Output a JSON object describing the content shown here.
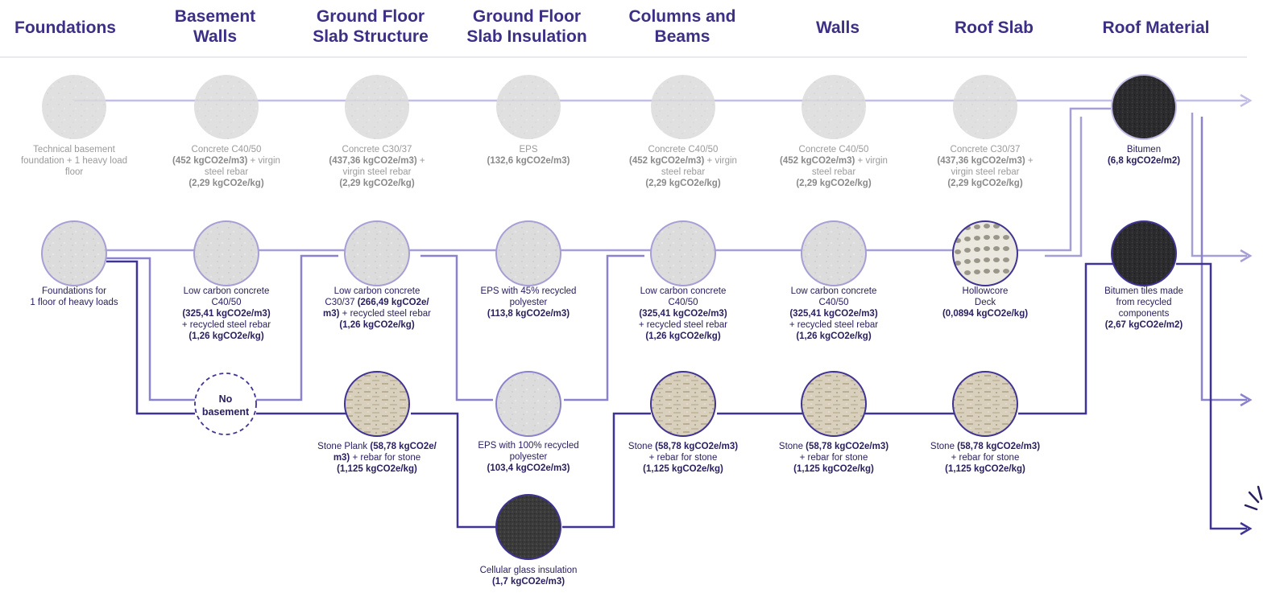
{
  "colors": {
    "title": "#3c2f86",
    "path_light": "#a69fd6",
    "path_dark": "#3f3393",
    "caption": "#2a2060",
    "caption_faded": "#9a9a9a"
  },
  "columns": [
    {
      "header_lines": [
        "Foundations"
      ]
    },
    {
      "header_lines": [
        "Basement",
        "Walls"
      ]
    },
    {
      "header_lines": [
        "Ground Floor",
        "Slab Structure"
      ]
    },
    {
      "header_lines": [
        "Ground Floor",
        "Slab Insulation"
      ]
    },
    {
      "header_lines": [
        "Columns and",
        "Beams"
      ]
    },
    {
      "header_lines": [
        "Walls"
      ]
    },
    {
      "header_lines": [
        "Roof Slab"
      ]
    },
    {
      "header_lines": [
        "Roof Material"
      ]
    }
  ],
  "nodes": {
    "top_foundations": {
      "texture": "concrete-light",
      "faded": true,
      "lines": [
        {
          "t": "Technical basement"
        },
        {
          "t": "foundation + 1 heavy load"
        },
        {
          "t": "floor"
        }
      ]
    },
    "top_basement": {
      "texture": "concrete-light",
      "faded": true,
      "lines": [
        {
          "t": "Concrete C40/50"
        },
        {
          "b": "(452 kgCO2e/m3)",
          "t": " + virgin"
        },
        {
          "t": "steel rebar"
        },
        {
          "b": "(2,29 kgCO2e/kg)"
        }
      ]
    },
    "top_gfstructure": {
      "texture": "concrete-light",
      "faded": true,
      "lines": [
        {
          "t": "Concrete C30/37"
        },
        {
          "b": "(437,36 kgCO2e/m3)",
          "t": " +"
        },
        {
          "t": "virgin steel rebar"
        },
        {
          "b": "(2,29 kgCO2e/kg)"
        }
      ]
    },
    "top_gfinsulation": {
      "texture": "concrete-light",
      "faded": true,
      "lines": [
        {
          "t": "EPS"
        },
        {
          "b": "(132,6 kgCO2e/m3)"
        }
      ]
    },
    "top_columns": {
      "texture": "concrete-light",
      "faded": true,
      "lines": [
        {
          "t": "Concrete C40/50"
        },
        {
          "b": "(452 kgCO2e/m3)",
          "t": " + virgin"
        },
        {
          "t": "steel rebar"
        },
        {
          "b": "(2,29 kgCO2e/kg)"
        }
      ]
    },
    "top_walls": {
      "texture": "concrete-light",
      "faded": true,
      "lines": [
        {
          "t": "Concrete C40/50"
        },
        {
          "b": "(452 kgCO2e/m3)",
          "t": " + virgin"
        },
        {
          "t": "steel rebar"
        },
        {
          "b": "(2,29 kgCO2e/kg)"
        }
      ]
    },
    "top_roofslab": {
      "texture": "concrete-light",
      "faded": true,
      "lines": [
        {
          "t": "Concrete C30/37"
        },
        {
          "b": "(437,36 kgCO2e/m3)",
          "t": " +"
        },
        {
          "t": "virgin steel rebar"
        },
        {
          "b": "(2,29 kgCO2e/kg)"
        }
      ]
    },
    "top_roofmat": {
      "texture": "bitumen",
      "faded": false,
      "lines": [
        {
          "t": "Bitumen"
        },
        {
          "b": "(6,8 kgCO2e/m2)"
        }
      ]
    },
    "mid_foundations": {
      "texture": "concrete",
      "faded": false,
      "lines": [
        {
          "t": "Foundations for"
        },
        {
          "t": "1 floor of heavy loads"
        }
      ]
    },
    "mid_basement": {
      "texture": "concrete",
      "faded": false,
      "lines": [
        {
          "t": "Low carbon concrete"
        },
        {
          "t": "C40/50"
        },
        {
          "b": "(325,41 kgCO2e/m3)"
        },
        {
          "t": "+ recycled steel rebar"
        },
        {
          "b": "(1,26 kgCO2e/kg)"
        }
      ]
    },
    "mid_gfstructure": {
      "texture": "concrete",
      "faded": false,
      "lines": [
        {
          "t": "Low carbon concrete"
        },
        {
          "t": "C30/37 ",
          "b": "(266,49 kgCO2e/"
        },
        {
          "b": "m3)",
          "t": " + recycled steel rebar"
        },
        {
          "b": "(1,26 kgCO2e/kg)"
        }
      ]
    },
    "mid_gfinsulation": {
      "texture": "concrete",
      "faded": false,
      "lines": [
        {
          "t": "EPS with 45% recycled"
        },
        {
          "t": "polyester"
        },
        {
          "b": "(113,8 kgCO2e/m3)"
        }
      ]
    },
    "mid_columns": {
      "texture": "concrete",
      "faded": false,
      "lines": [
        {
          "t": "Low carbon concrete"
        },
        {
          "t": "C40/50"
        },
        {
          "b": "(325,41 kgCO2e/m3)"
        },
        {
          "t": "+ recycled steel rebar"
        },
        {
          "b": "(1,26 kgCO2e/kg)"
        }
      ]
    },
    "mid_walls": {
      "texture": "concrete",
      "faded": false,
      "lines": [
        {
          "t": "Low carbon concrete"
        },
        {
          "t": "C40/50"
        },
        {
          "b": "(325,41 kgCO2e/m3)"
        },
        {
          "t": "+ recycled steel rebar"
        },
        {
          "b": "(1,26 kgCO2e/kg)"
        }
      ]
    },
    "mid_roofslab": {
      "texture": "hollowcore",
      "faded": false,
      "lines": [
        {
          "t": "Hollowcore"
        },
        {
          "t": "Deck"
        },
        {
          "b": "(0,0894 kgCO2e/kg)"
        }
      ]
    },
    "mid_roofmat": {
      "texture": "bitumen",
      "faded": false,
      "lines": [
        {
          "t": "Bitumen tiles made"
        },
        {
          "t": "from recycled"
        },
        {
          "t": "components"
        },
        {
          "b": "(2,67 kgCO2e/m2)"
        }
      ]
    },
    "no_basement": {
      "label_lines": [
        "No",
        "basement"
      ]
    },
    "low_gfstructure": {
      "texture": "stone",
      "faded": false,
      "lines": [
        {
          "t": "Stone Plank ",
          "b": "(58,78 kgCO2e/"
        },
        {
          "b": "m3)",
          "t": " + rebar for stone"
        },
        {
          "b": "(1,125 kgCO2e/kg)"
        }
      ]
    },
    "low_gfinsulation": {
      "texture": "concrete",
      "faded": false,
      "lines": [
        {
          "t": "EPS with 100% recycled"
        },
        {
          "t": "polyester"
        },
        {
          "b": "(103,4 kgCO2e/m3)"
        }
      ]
    },
    "low_columns": {
      "texture": "stone",
      "faded": false,
      "lines": [
        {
          "t": "Stone ",
          "b": "(58,78 kgCO2e/m3)"
        },
        {
          "t": "+ rebar for stone"
        },
        {
          "b": "(1,125 kgCO2e/kg)"
        }
      ]
    },
    "low_walls": {
      "texture": "stone",
      "faded": false,
      "lines": [
        {
          "t": "Stone ",
          "b": "(58,78 kgCO2e/m3)"
        },
        {
          "t": "+ rebar for stone"
        },
        {
          "b": "(1,125 kgCO2e/kg)"
        }
      ]
    },
    "low_roofslab": {
      "texture": "stone",
      "faded": false,
      "lines": [
        {
          "t": "Stone ",
          "b": "(58,78 kgCO2e/m3)"
        },
        {
          "t": "+ rebar for stone"
        },
        {
          "b": "(1,125 kgCO2e/kg)"
        }
      ]
    },
    "bottom_gfinsulation": {
      "texture": "glass",
      "faded": false,
      "lines": [
        {
          "t": "Cellular glass insulation"
        },
        {
          "b": "(1,7 kgCO2e/m3)"
        }
      ]
    }
  }
}
